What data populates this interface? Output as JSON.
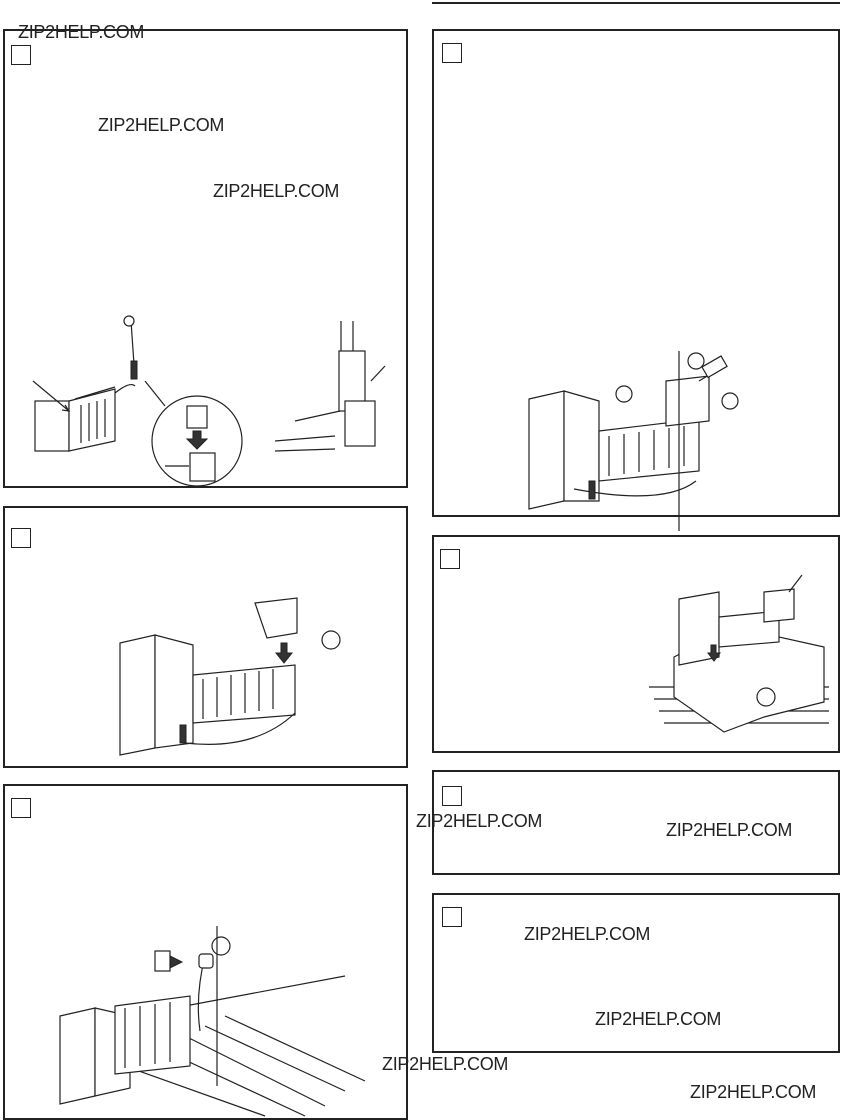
{
  "watermarks": {
    "w1": "ZIP2HELP.COM",
    "w2": "ZIP2HELP.COM",
    "w3": "ZIP2HELP.COM",
    "w4": "ZIP2HELP.COM",
    "w5": "ZIP2HELP.COM",
    "w6": "ZIP2HELP.COM",
    "w7": "ZIP2HELP.COM",
    "w8": "ZIP2HELP.COM",
    "w9": "ZIP2HELP.COM"
  },
  "panels": [
    {
      "id": "step-1",
      "figure": "icemaker-with-water-fill-connection"
    },
    {
      "id": "step-2",
      "figure": "icemaker-with-callouts"
    },
    {
      "id": "step-3",
      "figure": "icemaker-installing-shutoff-arm"
    },
    {
      "id": "step-4",
      "figure": "icemaker-in-freezer-with-ice-bin"
    },
    {
      "id": "step-5",
      "figure": "blank"
    },
    {
      "id": "step-6",
      "figure": "blank"
    },
    {
      "id": "step-7",
      "figure": "icemaker-on-shelf-connecting-plug"
    }
  ]
}
